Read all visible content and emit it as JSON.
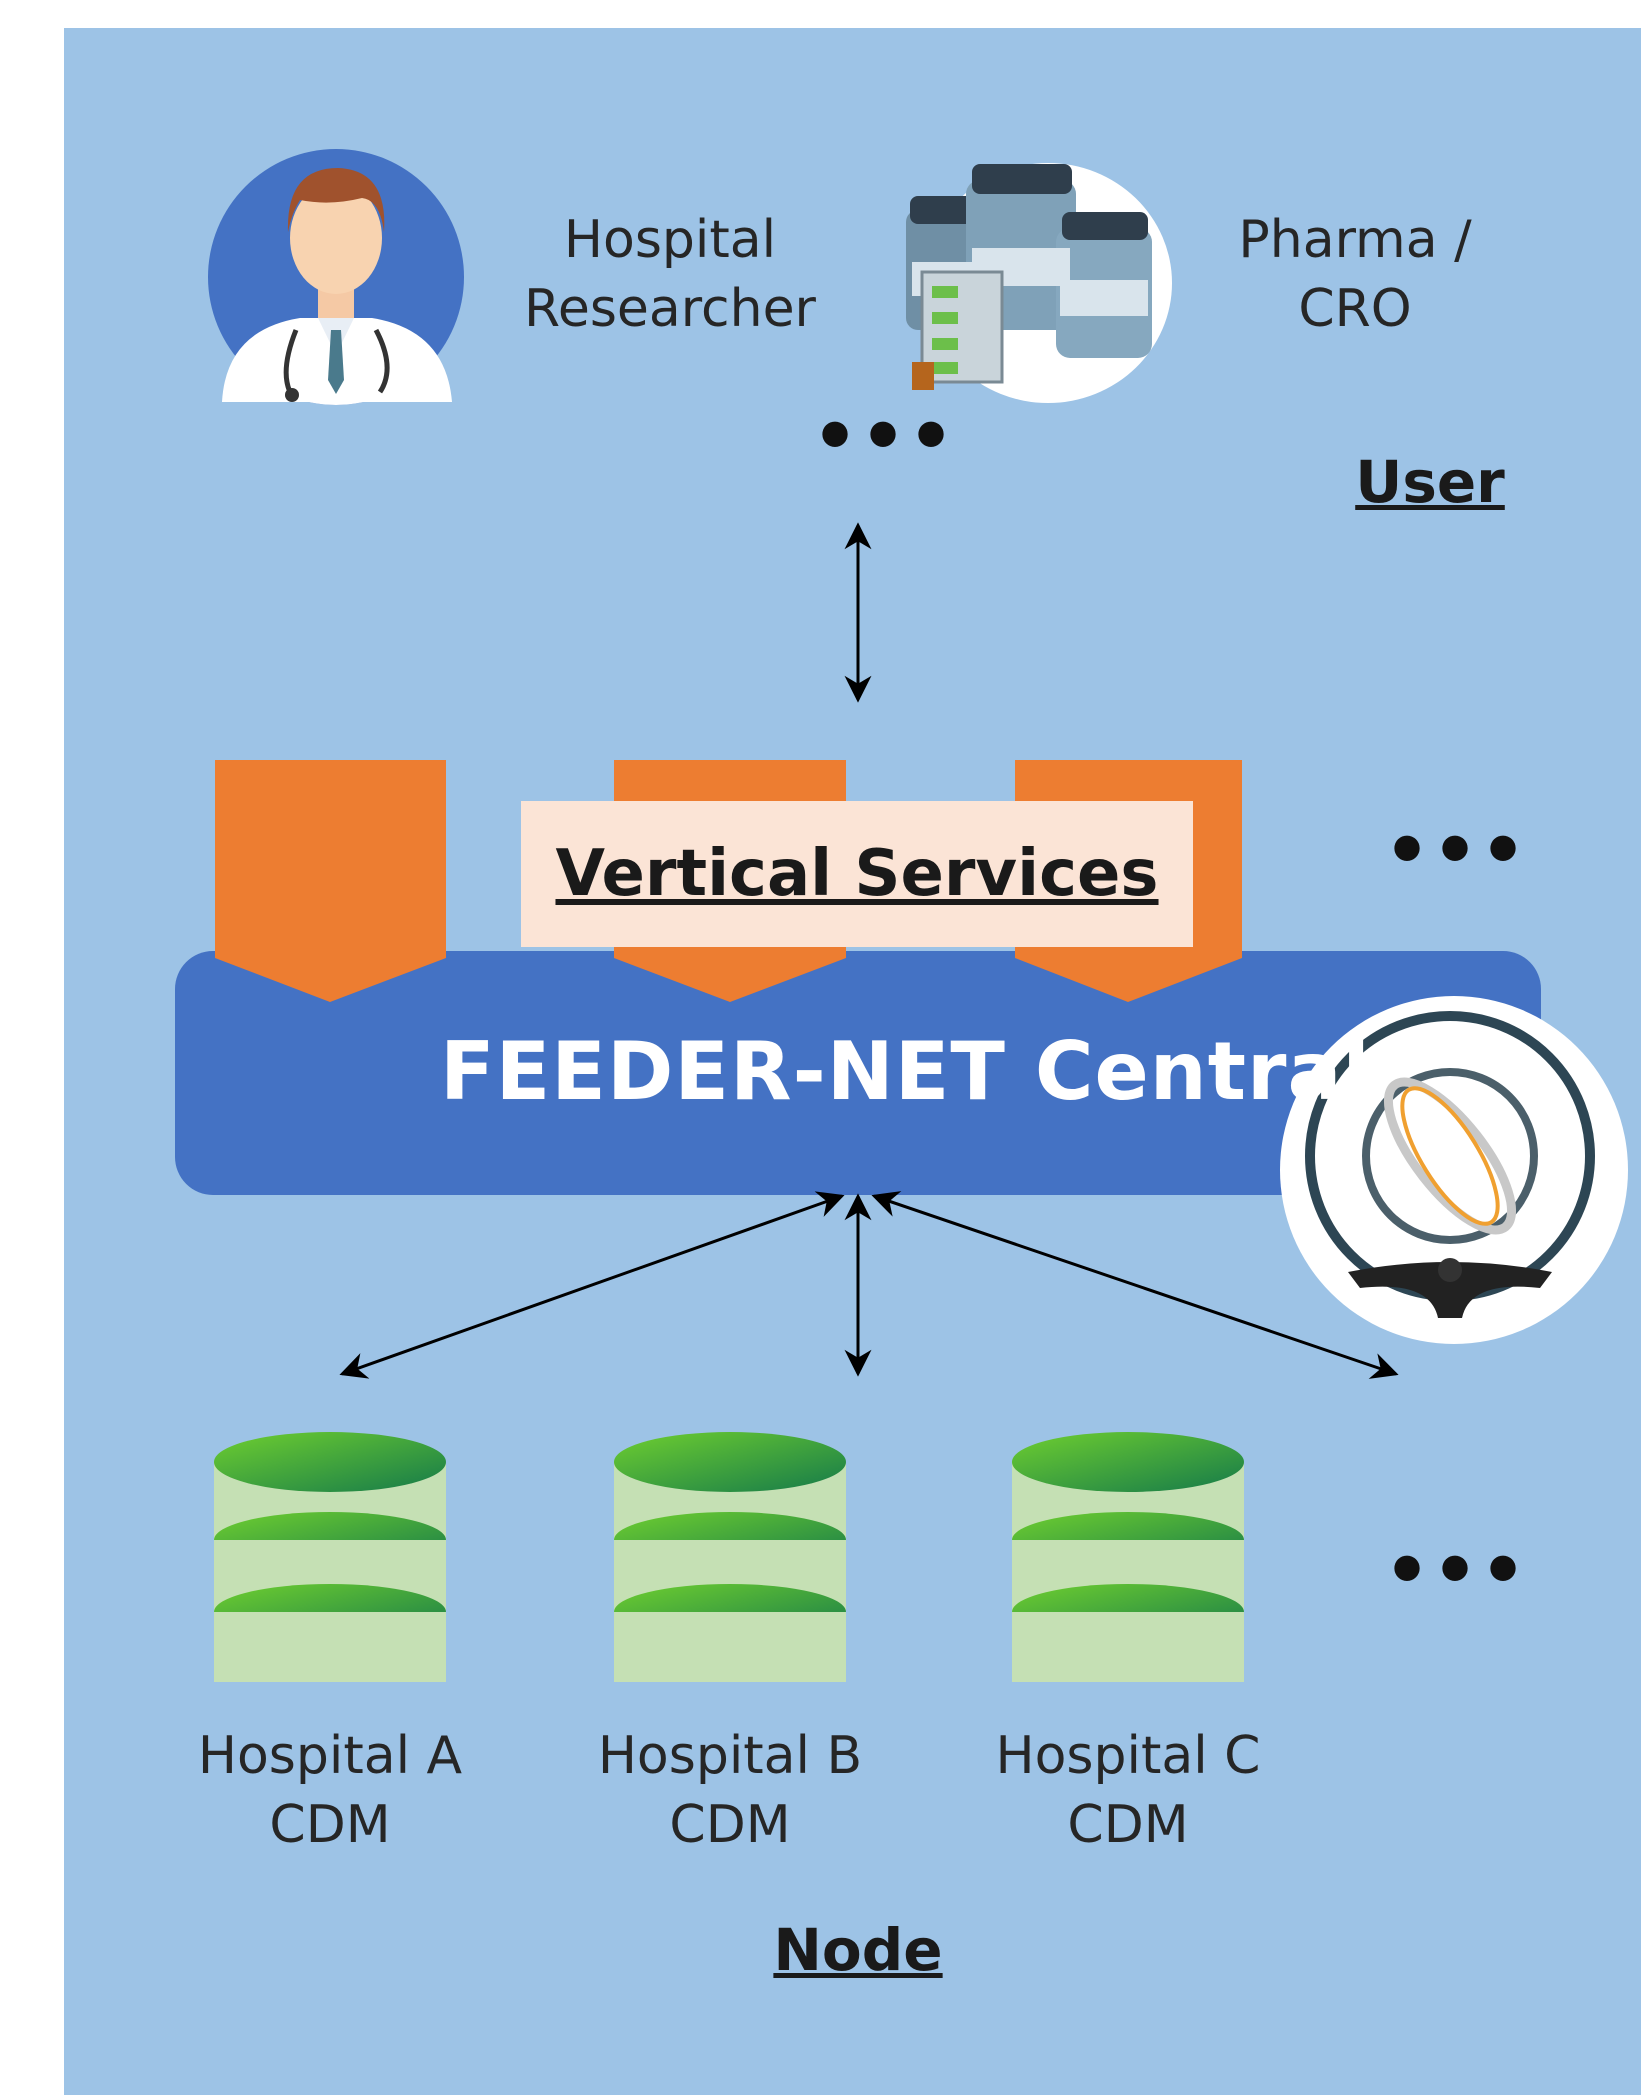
{
  "users": {
    "hospital_researcher": {
      "label": "Hospital\nResearcher",
      "icon": "doctor-icon"
    },
    "pharma_cro": {
      "label": "Pharma /\nCRO",
      "icon": "medicine-bottles-icon"
    },
    "more_dots": "•••",
    "section_label": "User"
  },
  "services": {
    "label": "Vertical Services",
    "more_dots": "•••"
  },
  "central": {
    "label": "FEEDER-NET  Central",
    "logo_icon": "feeder-net-logo-icon"
  },
  "nodes": {
    "items": [
      {
        "label": "Hospital A\nCDM",
        "icon": "database-icon"
      },
      {
        "label": "Hospital B\nCDM",
        "icon": "database-icon"
      },
      {
        "label": "Hospital C\nCDM",
        "icon": "database-icon"
      }
    ],
    "more_dots": "•••",
    "section_label": "Node"
  },
  "colors": {
    "background": "#9dc3e6",
    "central_bar": "#4472c4",
    "service_tab": "#ed7d31",
    "service_label_box": "#fbe4d6",
    "db_green_dark": "#1e8449",
    "db_green_light": "#6abf2e",
    "db_band": "#c5e0b4"
  }
}
